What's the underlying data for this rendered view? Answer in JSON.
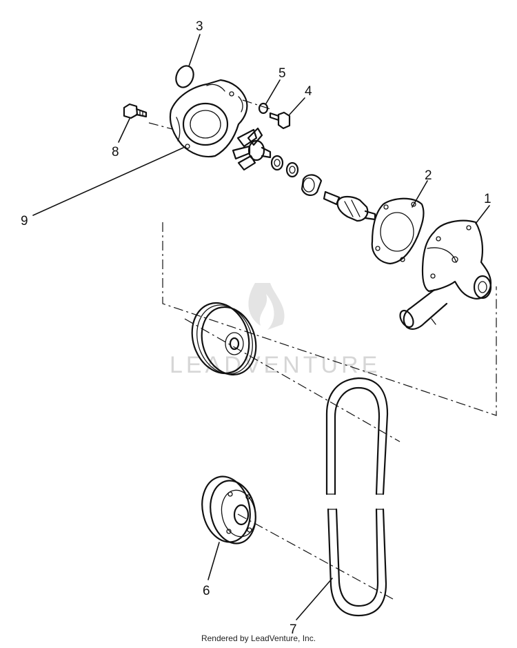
{
  "callouts": {
    "p1": "1",
    "p2": "2",
    "p3": "3",
    "p4": "4",
    "p5": "5",
    "p6": "6",
    "p7": "7",
    "p8": "8",
    "p9": "9"
  },
  "watermark": "LEADVENTURE",
  "footer": "Rendered by LeadVenture, Inc."
}
